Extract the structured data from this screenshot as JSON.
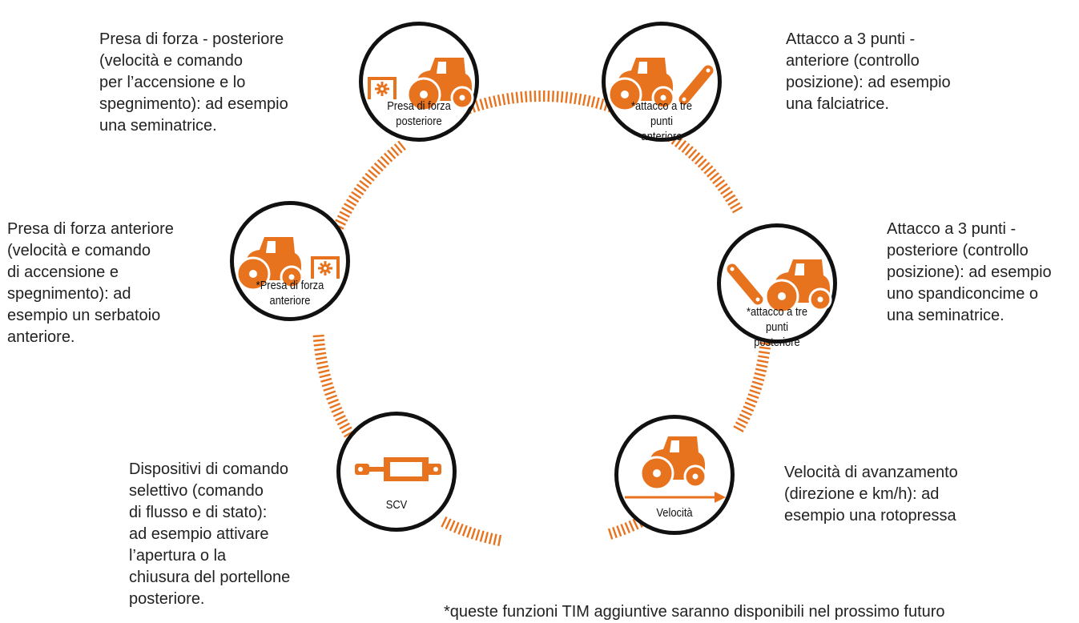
{
  "colors": {
    "accent": "#e8731f",
    "outline": "#111111"
  },
  "nodes": [
    {
      "id": "rear-pto",
      "icon": "tractor-rear-pto-icon",
      "caption_lines": [
        "Presa di forza",
        "posteriore"
      ],
      "description_lines": [
        "Presa di forza - posteriore",
        "(velocità e comando",
        "per l’accensione e lo",
        "spegnimento): ad esempio",
        "una seminatrice."
      ]
    },
    {
      "id": "front-hitch",
      "icon": "tractor-front-hitch-icon",
      "caption_lines": [
        "*attacco a tre punti",
        "anteriore"
      ],
      "description_lines": [
        "Attacco a 3 punti -",
        "anteriore (controllo",
        "posizione): ad esempio",
        "una falciatrice."
      ]
    },
    {
      "id": "rear-hitch",
      "icon": "tractor-rear-hitch-icon",
      "caption_lines": [
        "*attacco a tre punti",
        "posteriore"
      ],
      "description_lines": [
        "Attacco a 3 punti -",
        "posteriore (controllo",
        "posizione): ad esempio",
        "uno spandiconcime o",
        "una seminatrice."
      ]
    },
    {
      "id": "speed",
      "icon": "tractor-speed-icon",
      "caption_lines": [
        "Velocità"
      ],
      "description_lines": [
        "Velocità di avanzamento",
        "(direzione e km/h): ad",
        "esempio una rotopressa"
      ]
    },
    {
      "id": "scv",
      "icon": "hydraulic-cylinder-icon",
      "caption_lines": [
        "SCV"
      ],
      "description_lines": [
        "Dispositivi di comando",
        "selettivo (comando",
        "di flusso e di stato):",
        "ad esempio attivare",
        "l’apertura o la",
        "chiusura del portellone",
        "posteriore."
      ]
    },
    {
      "id": "front-pto",
      "icon": "tractor-front-pto-icon",
      "caption_lines": [
        "*Presa di forza",
        "anteriore"
      ],
      "description_lines": [
        "Presa di forza anteriore",
        "(velocità e comando",
        "di accensione e",
        "spegnimento): ad",
        "esempio un serbatoio",
        "anteriore."
      ]
    }
  ],
  "footnote": "*queste funzioni TIM aggiuntive saranno disponibili nel prossimo futuro"
}
